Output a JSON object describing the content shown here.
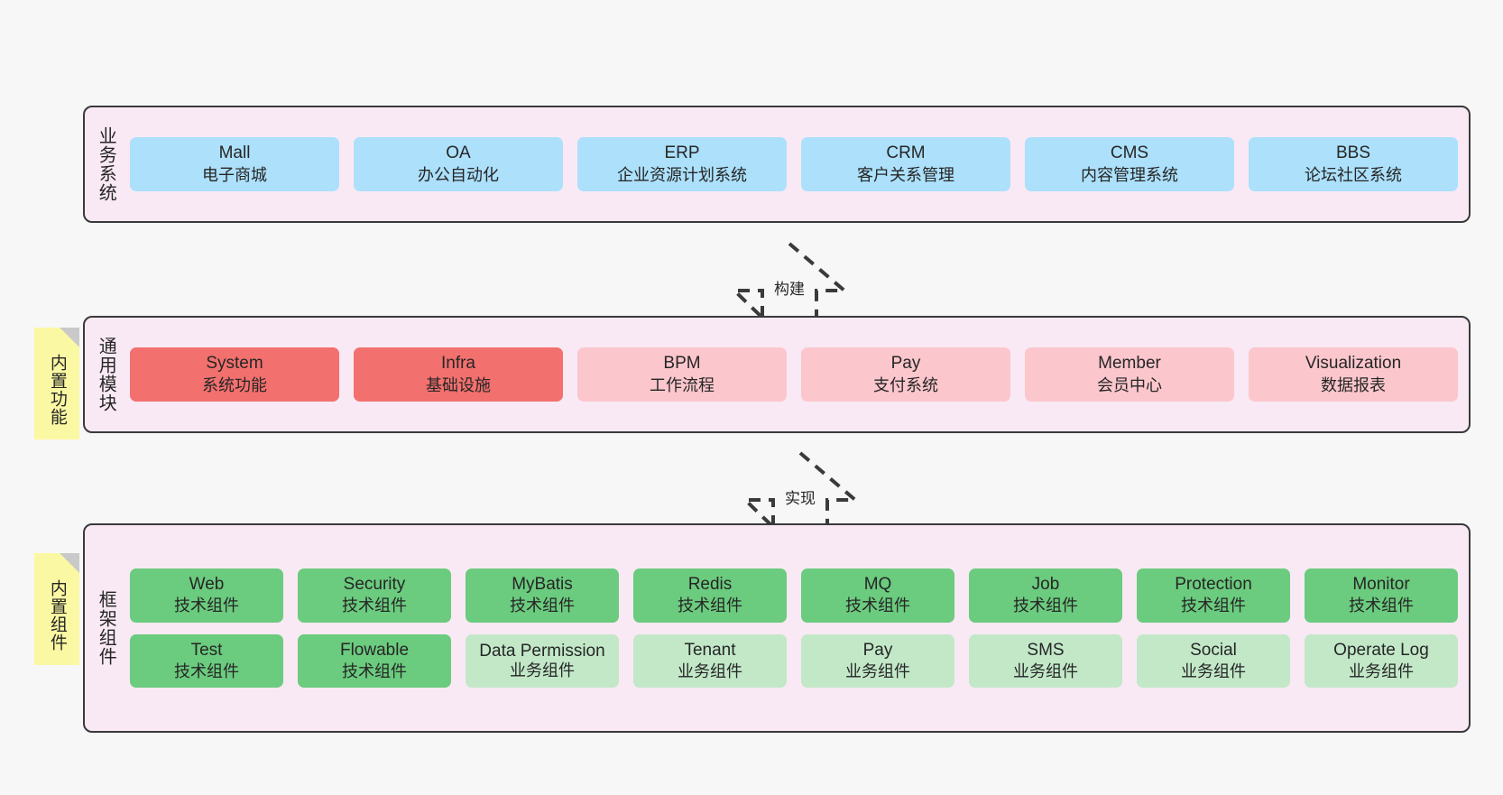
{
  "diagram": {
    "background_color": "#f7f7f7",
    "panel_color": "#f9e9f4",
    "note_color": "#fbf8a3"
  },
  "layers": [
    {
      "id": "business-systems",
      "title": "业务系统",
      "note": null,
      "rows": [
        {
          "cards": [
            {
              "en": "Mall",
              "cn": "电子商城",
              "color": "#ace0fb",
              "style": "c-blue"
            },
            {
              "en": "OA",
              "cn": "办公自动化",
              "color": "#ace0fb",
              "style": "c-blue"
            },
            {
              "en": "ERP",
              "cn": "企业资源计划系统",
              "color": "#ace0fb",
              "style": "c-blue"
            },
            {
              "en": "CRM",
              "cn": "客户关系管理",
              "color": "#ace0fb",
              "style": "c-blue"
            },
            {
              "en": "CMS",
              "cn": "内容管理系统",
              "color": "#ace0fb",
              "style": "c-blue"
            },
            {
              "en": "BBS",
              "cn": "论坛社区系统",
              "color": "#ace0fb",
              "style": "c-blue"
            }
          ]
        }
      ]
    },
    {
      "id": "common-modules",
      "title": "通用模块",
      "note": "内置功能",
      "rows": [
        {
          "cards": [
            {
              "en": "System",
              "cn": "系统功能",
              "color": "#f2706e",
              "style": "c-red"
            },
            {
              "en": "Infra",
              "cn": "基础设施",
              "color": "#f2706e",
              "style": "c-red"
            },
            {
              "en": "BPM",
              "cn": "工作流程",
              "color": "#fbc6cc",
              "style": "c-pink"
            },
            {
              "en": "Pay",
              "cn": "支付系统",
              "color": "#fbc6cc",
              "style": "c-pink"
            },
            {
              "en": "Member",
              "cn": "会员中心",
              "color": "#fbc6cc",
              "style": "c-pink"
            },
            {
              "en": "Visualization",
              "cn": "数据报表",
              "color": "#fbc6cc",
              "style": "c-pink"
            }
          ]
        }
      ]
    },
    {
      "id": "framework-components",
      "title": "框架组件",
      "note": "内置组件",
      "rows": [
        {
          "cards": [
            {
              "en": "Web",
              "cn": "技术组件",
              "color": "#6bcb7e",
              "style": "c-green"
            },
            {
              "en": "Security",
              "cn": "技术组件",
              "color": "#6bcb7e",
              "style": "c-green"
            },
            {
              "en": "MyBatis",
              "cn": "技术组件",
              "color": "#6bcb7e",
              "style": "c-green"
            },
            {
              "en": "Redis",
              "cn": "技术组件",
              "color": "#6bcb7e",
              "style": "c-green"
            },
            {
              "en": "MQ",
              "cn": "技术组件",
              "color": "#6bcb7e",
              "style": "c-green"
            },
            {
              "en": "Job",
              "cn": "技术组件",
              "color": "#6bcb7e",
              "style": "c-green"
            },
            {
              "en": "Protection",
              "cn": "技术组件",
              "color": "#6bcb7e",
              "style": "c-green"
            },
            {
              "en": "Monitor",
              "cn": "技术组件",
              "color": "#6bcb7e",
              "style": "c-green"
            }
          ]
        },
        {
          "cards": [
            {
              "en": "Test",
              "cn": "技术组件",
              "color": "#6bcb7e",
              "style": "c-green"
            },
            {
              "en": "Flowable",
              "cn": "技术组件",
              "color": "#6bcb7e",
              "style": "c-green"
            },
            {
              "en": "Data Permission",
              "cn": "业务组件",
              "color": "#c2e8c8",
              "style": "c-lightgreen"
            },
            {
              "en": "Tenant",
              "cn": "业务组件",
              "color": "#c2e8c8",
              "style": "c-lightgreen"
            },
            {
              "en": "Pay",
              "cn": "业务组件",
              "color": "#c2e8c8",
              "style": "c-lightgreen"
            },
            {
              "en": "SMS",
              "cn": "业务组件",
              "color": "#c2e8c8",
              "style": "c-lightgreen"
            },
            {
              "en": "Social",
              "cn": "业务组件",
              "color": "#c2e8c8",
              "style": "c-lightgreen"
            },
            {
              "en": "Operate Log",
              "cn": "业务组件",
              "color": "#c2e8c8",
              "style": "c-lightgreen"
            }
          ]
        }
      ]
    }
  ],
  "connectors": [
    {
      "id": "build",
      "label": "构建"
    },
    {
      "id": "implement",
      "label": "实现"
    }
  ]
}
